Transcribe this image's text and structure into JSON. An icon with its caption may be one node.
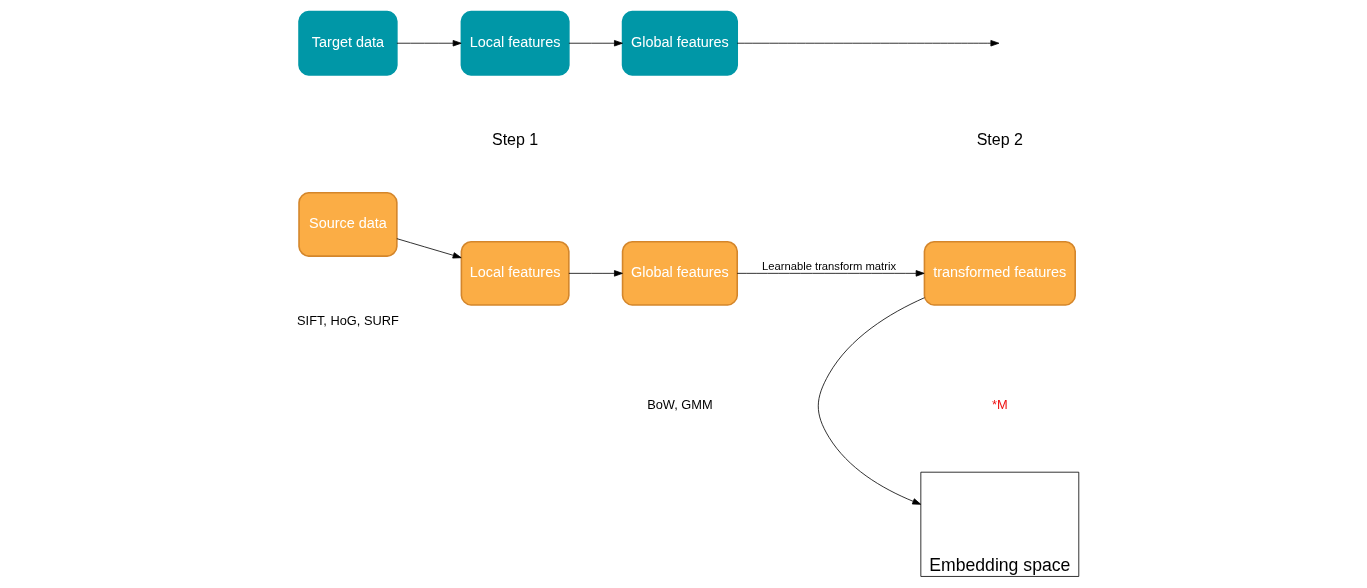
{
  "diagram": {
    "nodes": [
      {
        "text": [
          "Source data"
        ]
      },
      {
        "text": [
          "Local features"
        ]
      },
      {
        "text": [
          "Global features"
        ]
      },
      {
        "text": [
          "transformed features"
        ]
      },
      {
        "text": [
          "Target data"
        ]
      },
      {
        "text": [
          "Local features"
        ]
      },
      {
        "text": [
          "Global features"
        ]
      },
      {
        "text": [
          "Embedding space"
        ]
      }
    ],
    "edges": [
      {
        "from": 0,
        "to": 1,
        "arrow": "to"
      },
      {
        "from": 1,
        "to": 2,
        "arrow": "to"
      },
      {
        "from": 2,
        "to": 3,
        "arrow": "to",
        "label": "Learnable transform matrix"
      },
      {
        "from": 3,
        "to": 7,
        "arrow": "to"
      },
      {
        "from": 4,
        "to": 5,
        "arrow": "to"
      },
      {
        "from": 5,
        "to": 6,
        "arrow": "to"
      },
      {
        "from": 6,
        "to": null,
        "arrow": "to"
      }
    ],
    "labels": [
      "Step 1",
      "Step 2",
      "SIFT, HoG, SURF",
      "BoW, GMM",
      "*M"
    ]
  }
}
